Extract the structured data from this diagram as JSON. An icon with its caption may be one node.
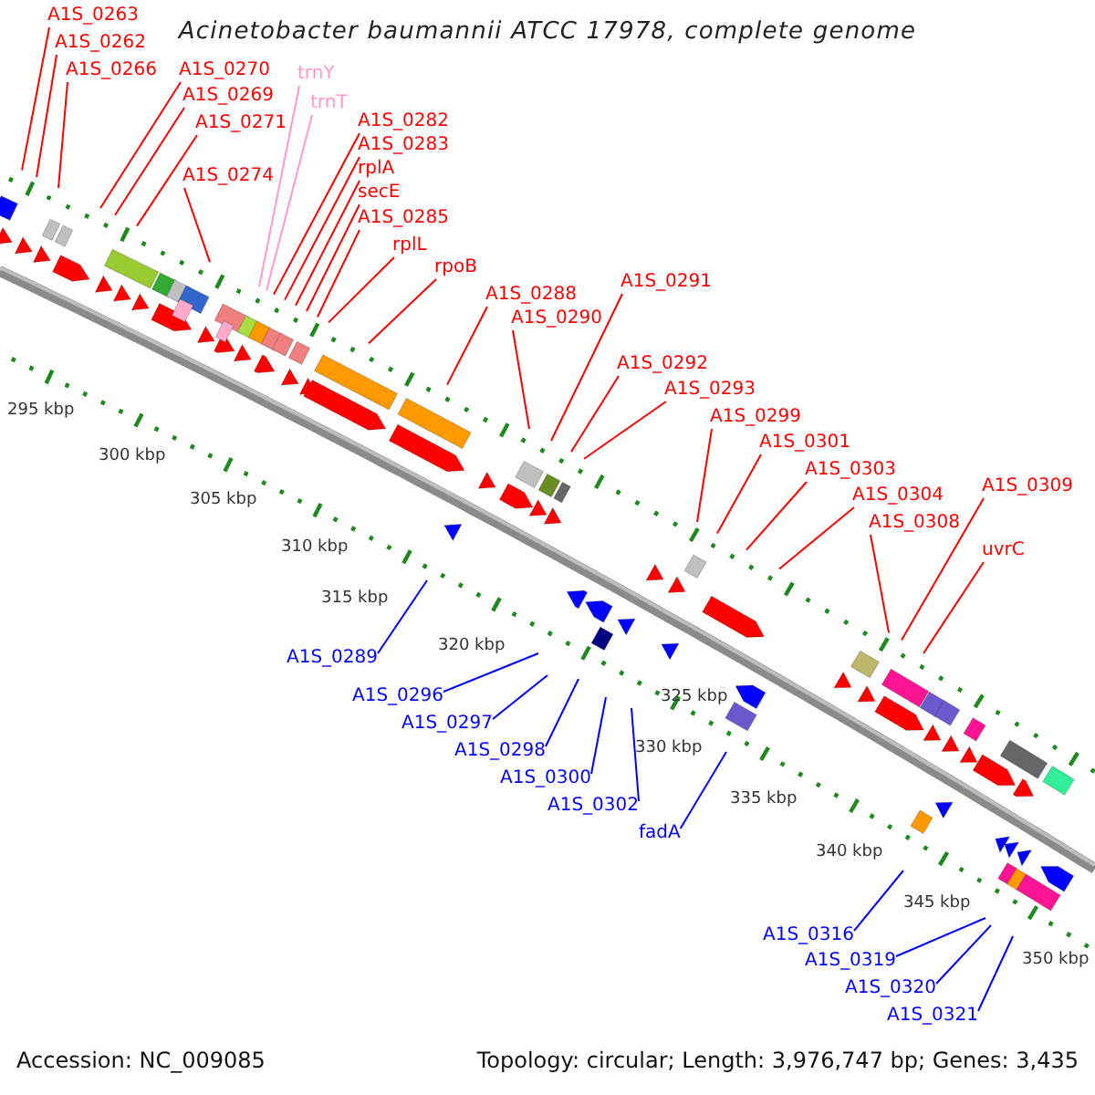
{
  "diagram": {
    "title": "Acinetobacter baumannii ATCC 17978, complete genome",
    "nodes": [
      {
        "text": [
          "A1S_0263"
        ]
      },
      {
        "text": [
          "A1S_0262"
        ]
      },
      {
        "text": [
          "A1S_0266"
        ]
      },
      {
        "text": [
          "A1S_0270"
        ]
      },
      {
        "text": [
          "A1S_0269"
        ]
      },
      {
        "text": [
          "A1S_0271"
        ]
      },
      {
        "text": [
          "trnY"
        ]
      },
      {
        "text": [
          "trnT"
        ]
      },
      {
        "text": [
          "A1S_0274"
        ]
      },
      {
        "text": [
          "A1S_0282"
        ]
      },
      {
        "text": [
          "A1S_0283"
        ]
      },
      {
        "text": [
          "rplA"
        ]
      },
      {
        "text": [
          "secE"
        ]
      },
      {
        "text": [
          "A1S_0285"
        ]
      },
      {
        "text": [
          "rplL"
        ]
      },
      {
        "text": [
          "rpoB"
        ]
      },
      {
        "text": [
          "A1S_0288"
        ]
      },
      {
        "text": [
          "A1S_0291"
        ]
      },
      {
        "text": [
          "A1S_0290"
        ]
      },
      {
        "text": [
          "A1S_0292"
        ]
      },
      {
        "text": [
          "A1S_0293"
        ]
      },
      {
        "text": [
          "A1S_0299"
        ]
      },
      {
        "text": [
          "A1S_0301"
        ]
      },
      {
        "text": [
          "A1S_0303"
        ]
      },
      {
        "text": [
          "A1S_0309"
        ]
      },
      {
        "text": [
          "A1S_0304"
        ]
      },
      {
        "text": [
          "A1S_0308"
        ]
      },
      {
        "text": [
          "uvrC"
        ]
      },
      {
        "text": [
          "A1S_0289"
        ]
      },
      {
        "text": [
          "A1S_0296"
        ]
      },
      {
        "text": [
          "A1S_0297"
        ]
      },
      {
        "text": [
          "A1S_0298"
        ]
      },
      {
        "text": [
          "A1S_0300"
        ]
      },
      {
        "text": [
          "A1S_0302"
        ]
      },
      {
        "text": [
          "fadA"
        ]
      },
      {
        "text": [
          "A1S_0316"
        ]
      },
      {
        "text": [
          "A1S_0319"
        ]
      },
      {
        "text": [
          "A1S_0320"
        ]
      },
      {
        "text": [
          "A1S_0321"
        ]
      }
    ],
    "edges": [
      {
        "from": 0,
        "to": null,
        "arrow": "none"
      },
      {
        "from": 1,
        "to": null,
        "arrow": "none"
      },
      {
        "from": 2,
        "to": null,
        "arrow": "none"
      },
      {
        "from": 3,
        "to": null,
        "arrow": "none"
      },
      {
        "from": 4,
        "to": null,
        "arrow": "none"
      },
      {
        "from": 5,
        "to": null,
        "arrow": "none"
      },
      {
        "from": 6,
        "to": null,
        "arrow": "none",
        "color": "#ff99cc"
      },
      {
        "from": 7,
        "to": null,
        "arrow": "none",
        "color": "#ff99cc"
      },
      {
        "from": 8,
        "to": null,
        "arrow": "none"
      },
      {
        "from": 9,
        "to": null,
        "arrow": "none"
      },
      {
        "from": 10,
        "to": null,
        "arrow": "none"
      },
      {
        "from": 11,
        "to": null,
        "arrow": "none"
      },
      {
        "from": 12,
        "to": null,
        "arrow": "none"
      },
      {
        "from": 13,
        "to": null,
        "arrow": "none"
      },
      {
        "from": 14,
        "to": null,
        "arrow": "none"
      },
      {
        "from": 15,
        "to": null,
        "arrow": "none"
      },
      {
        "from": 16,
        "to": null,
        "arrow": "none"
      },
      {
        "from": 17,
        "to": null,
        "arrow": "none"
      },
      {
        "from": 18,
        "to": null,
        "arrow": "none"
      },
      {
        "from": 19,
        "to": null,
        "arrow": "none"
      },
      {
        "from": 20,
        "to": null,
        "arrow": "none"
      },
      {
        "from": 21,
        "to": null,
        "arrow": "none"
      },
      {
        "from": 22,
        "to": null,
        "arrow": "none"
      },
      {
        "from": 23,
        "to": null,
        "arrow": "none"
      },
      {
        "from": 24,
        "to": null,
        "arrow": "none"
      },
      {
        "from": 25,
        "to": null,
        "arrow": "none"
      },
      {
        "from": 26,
        "to": null,
        "arrow": "none"
      },
      {
        "from": 27,
        "to": null,
        "arrow": "none"
      },
      {
        "from": 28,
        "to": null,
        "arrow": "none",
        "color": "#0000ff"
      },
      {
        "from": 29,
        "to": null,
        "arrow": "none",
        "color": "#0000ff"
      },
      {
        "from": 30,
        "to": null,
        "arrow": "none",
        "color": "#0000ff"
      },
      {
        "from": 31,
        "to": null,
        "arrow": "none",
        "color": "#0000ff"
      },
      {
        "from": 32,
        "to": null,
        "arrow": "none",
        "color": "#0000ff"
      },
      {
        "from": 33,
        "to": null,
        "arrow": "none",
        "color": "#0000ff"
      },
      {
        "from": 34,
        "to": null,
        "arrow": "none",
        "color": "#0000ff"
      },
      {
        "from": 35,
        "to": null,
        "arrow": "none",
        "color": "#0000ff"
      },
      {
        "from": 36,
        "to": null,
        "arrow": "none",
        "color": "#0000ff"
      },
      {
        "from": 37,
        "to": null,
        "arrow": "none",
        "color": "#0000ff"
      },
      {
        "from": 38,
        "to": null,
        "arrow": "none",
        "color": "#0000ff"
      }
    ],
    "labels": [
      "295 kbp",
      "300 kbp",
      "305 kbp",
      "310 kbp",
      "315 kbp",
      "320 kbp",
      "325 kbp",
      "330 kbp",
      "335 kbp",
      "340 kbp",
      "345 kbp",
      "350 kbp",
      "Accession: NC_009085",
      "Topology: circular; Length: 3,976,747 bp; Genes: 3,435"
    ]
  }
}
